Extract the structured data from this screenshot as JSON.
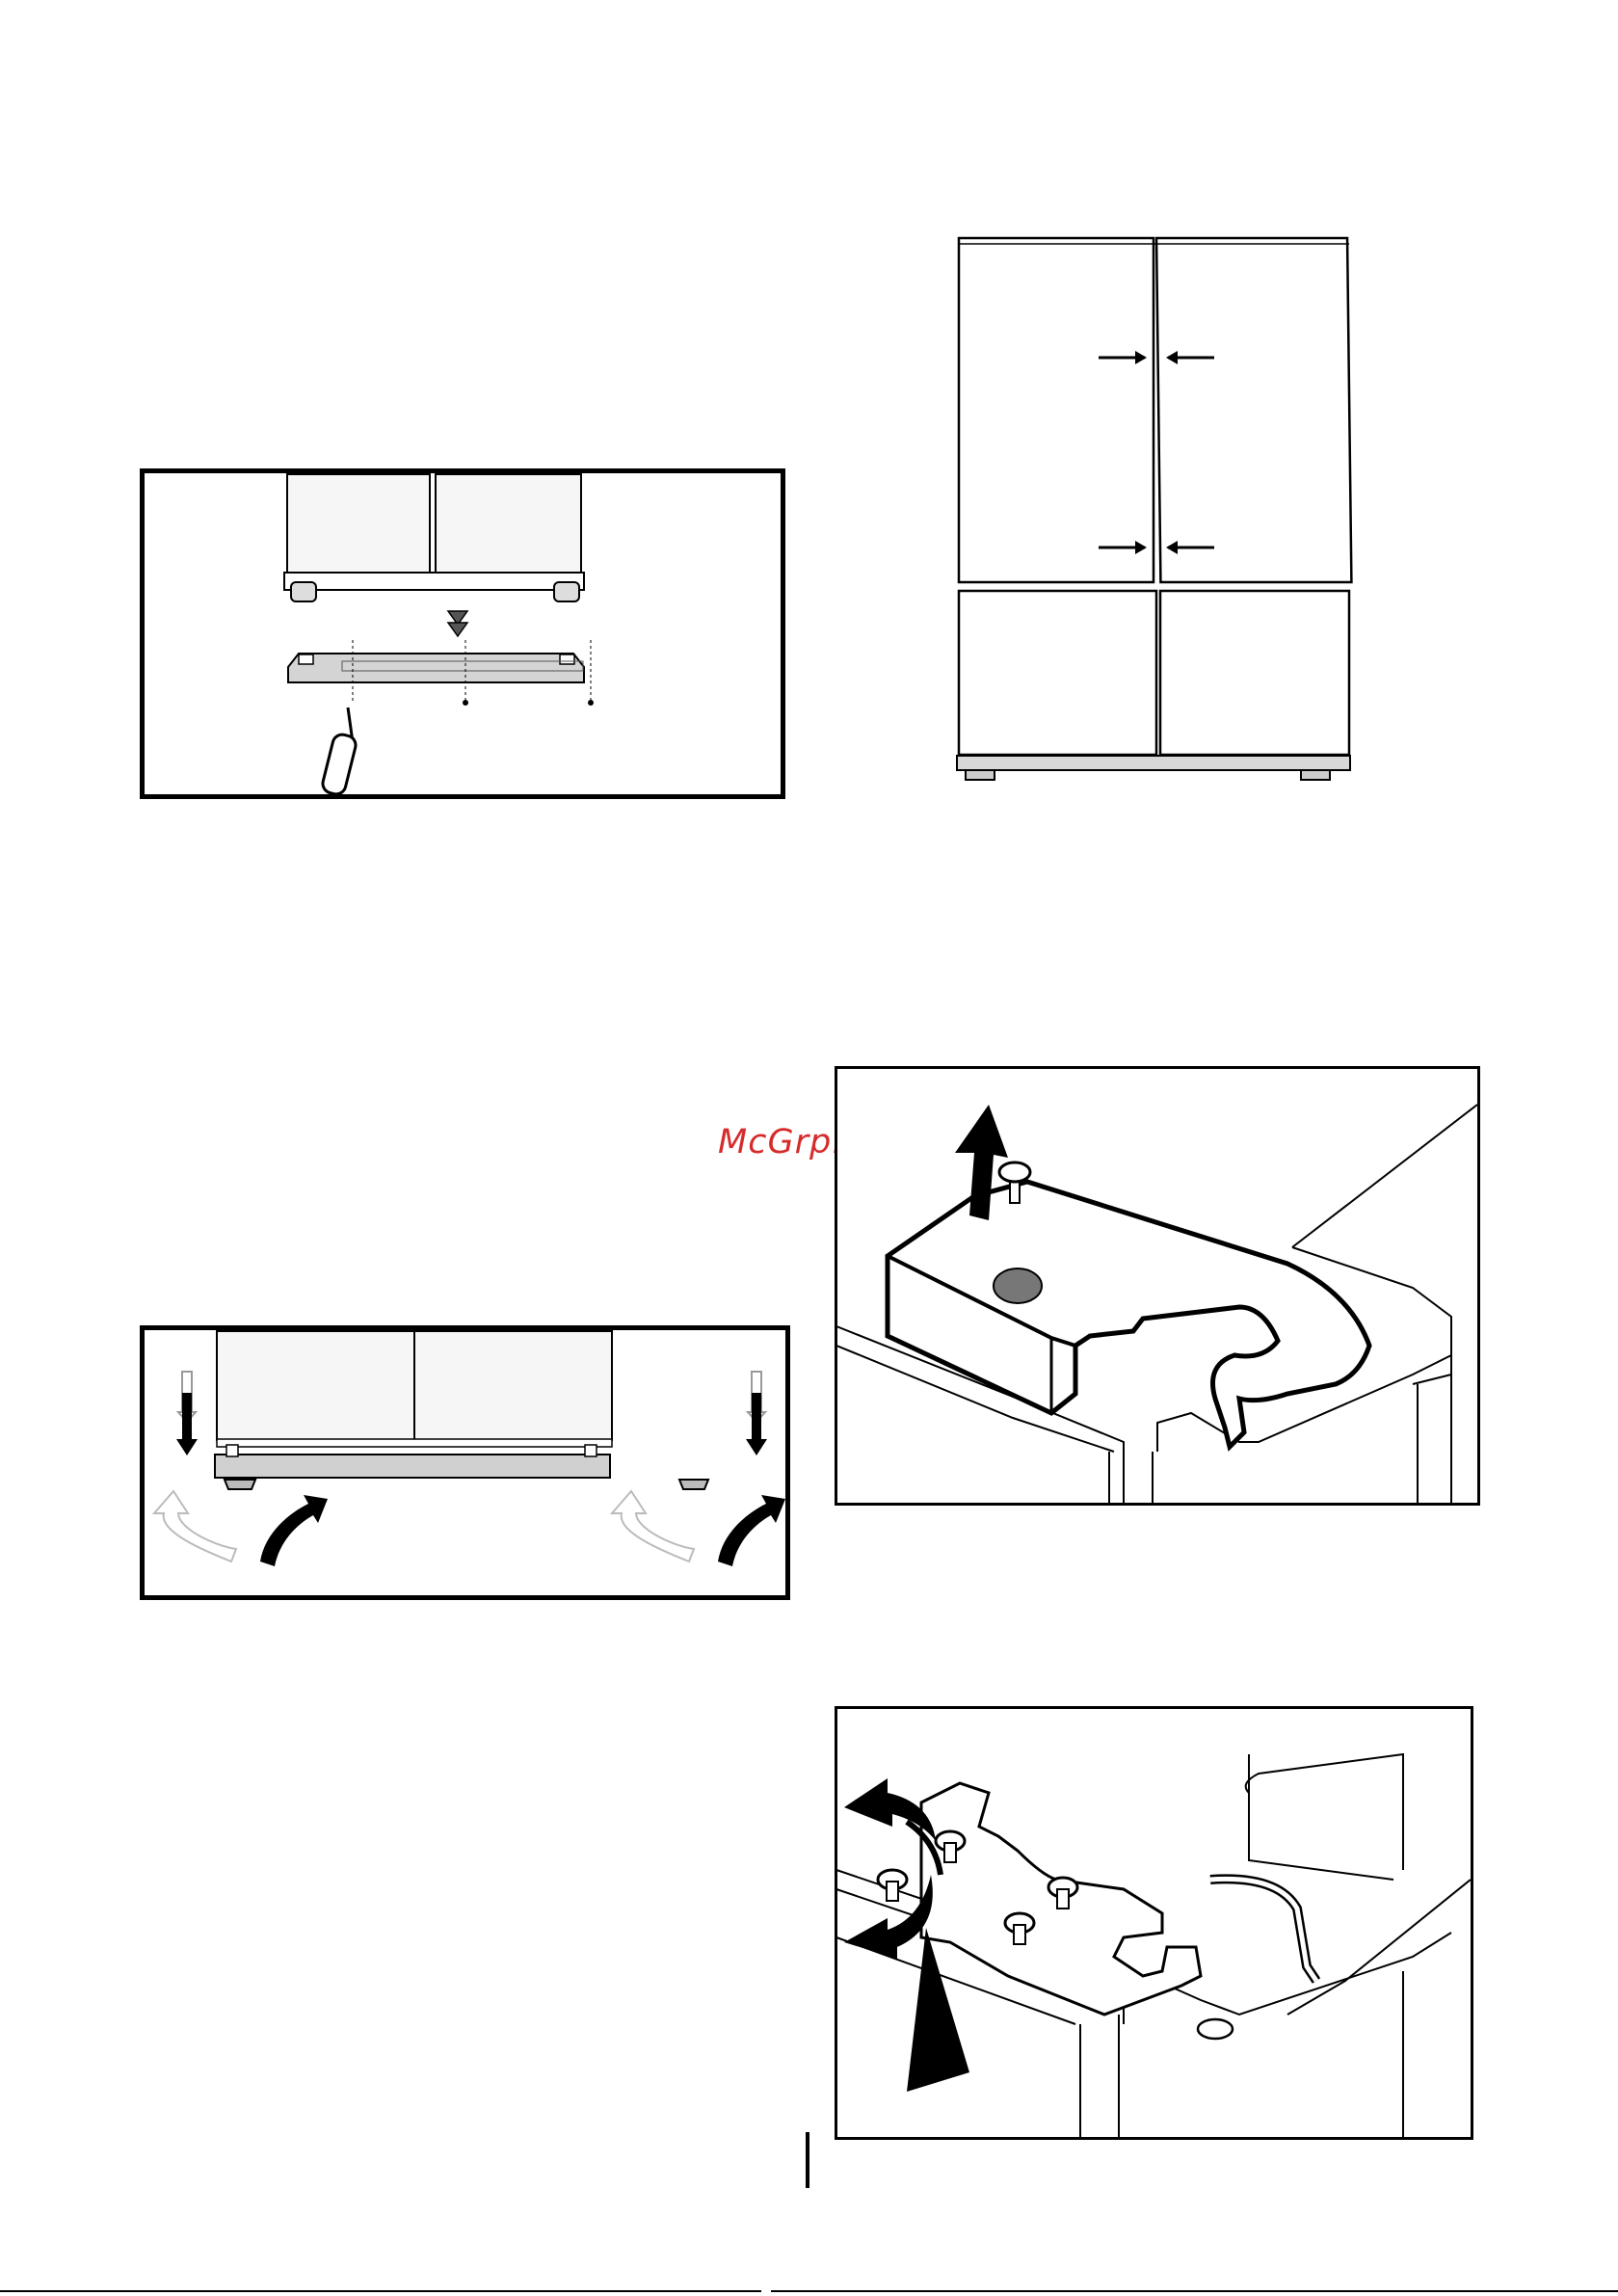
{
  "watermark": {
    "text": "McGrp.Ru",
    "color": "#d62b2b"
  },
  "figures": [
    {
      "name": "figure-plinth-removal",
      "icon": "screwdriver-icon"
    },
    {
      "name": "figure-door-gap-alignment",
      "icon": "arrow-pair-icon"
    },
    {
      "name": "figure-leveling-feet",
      "icon": "rotate-arrow-icon"
    },
    {
      "name": "figure-hinge-cover",
      "icon": "arrow-up-icon"
    },
    {
      "name": "figure-hinge-screws",
      "icon": "rotate-arrow-icon"
    }
  ]
}
